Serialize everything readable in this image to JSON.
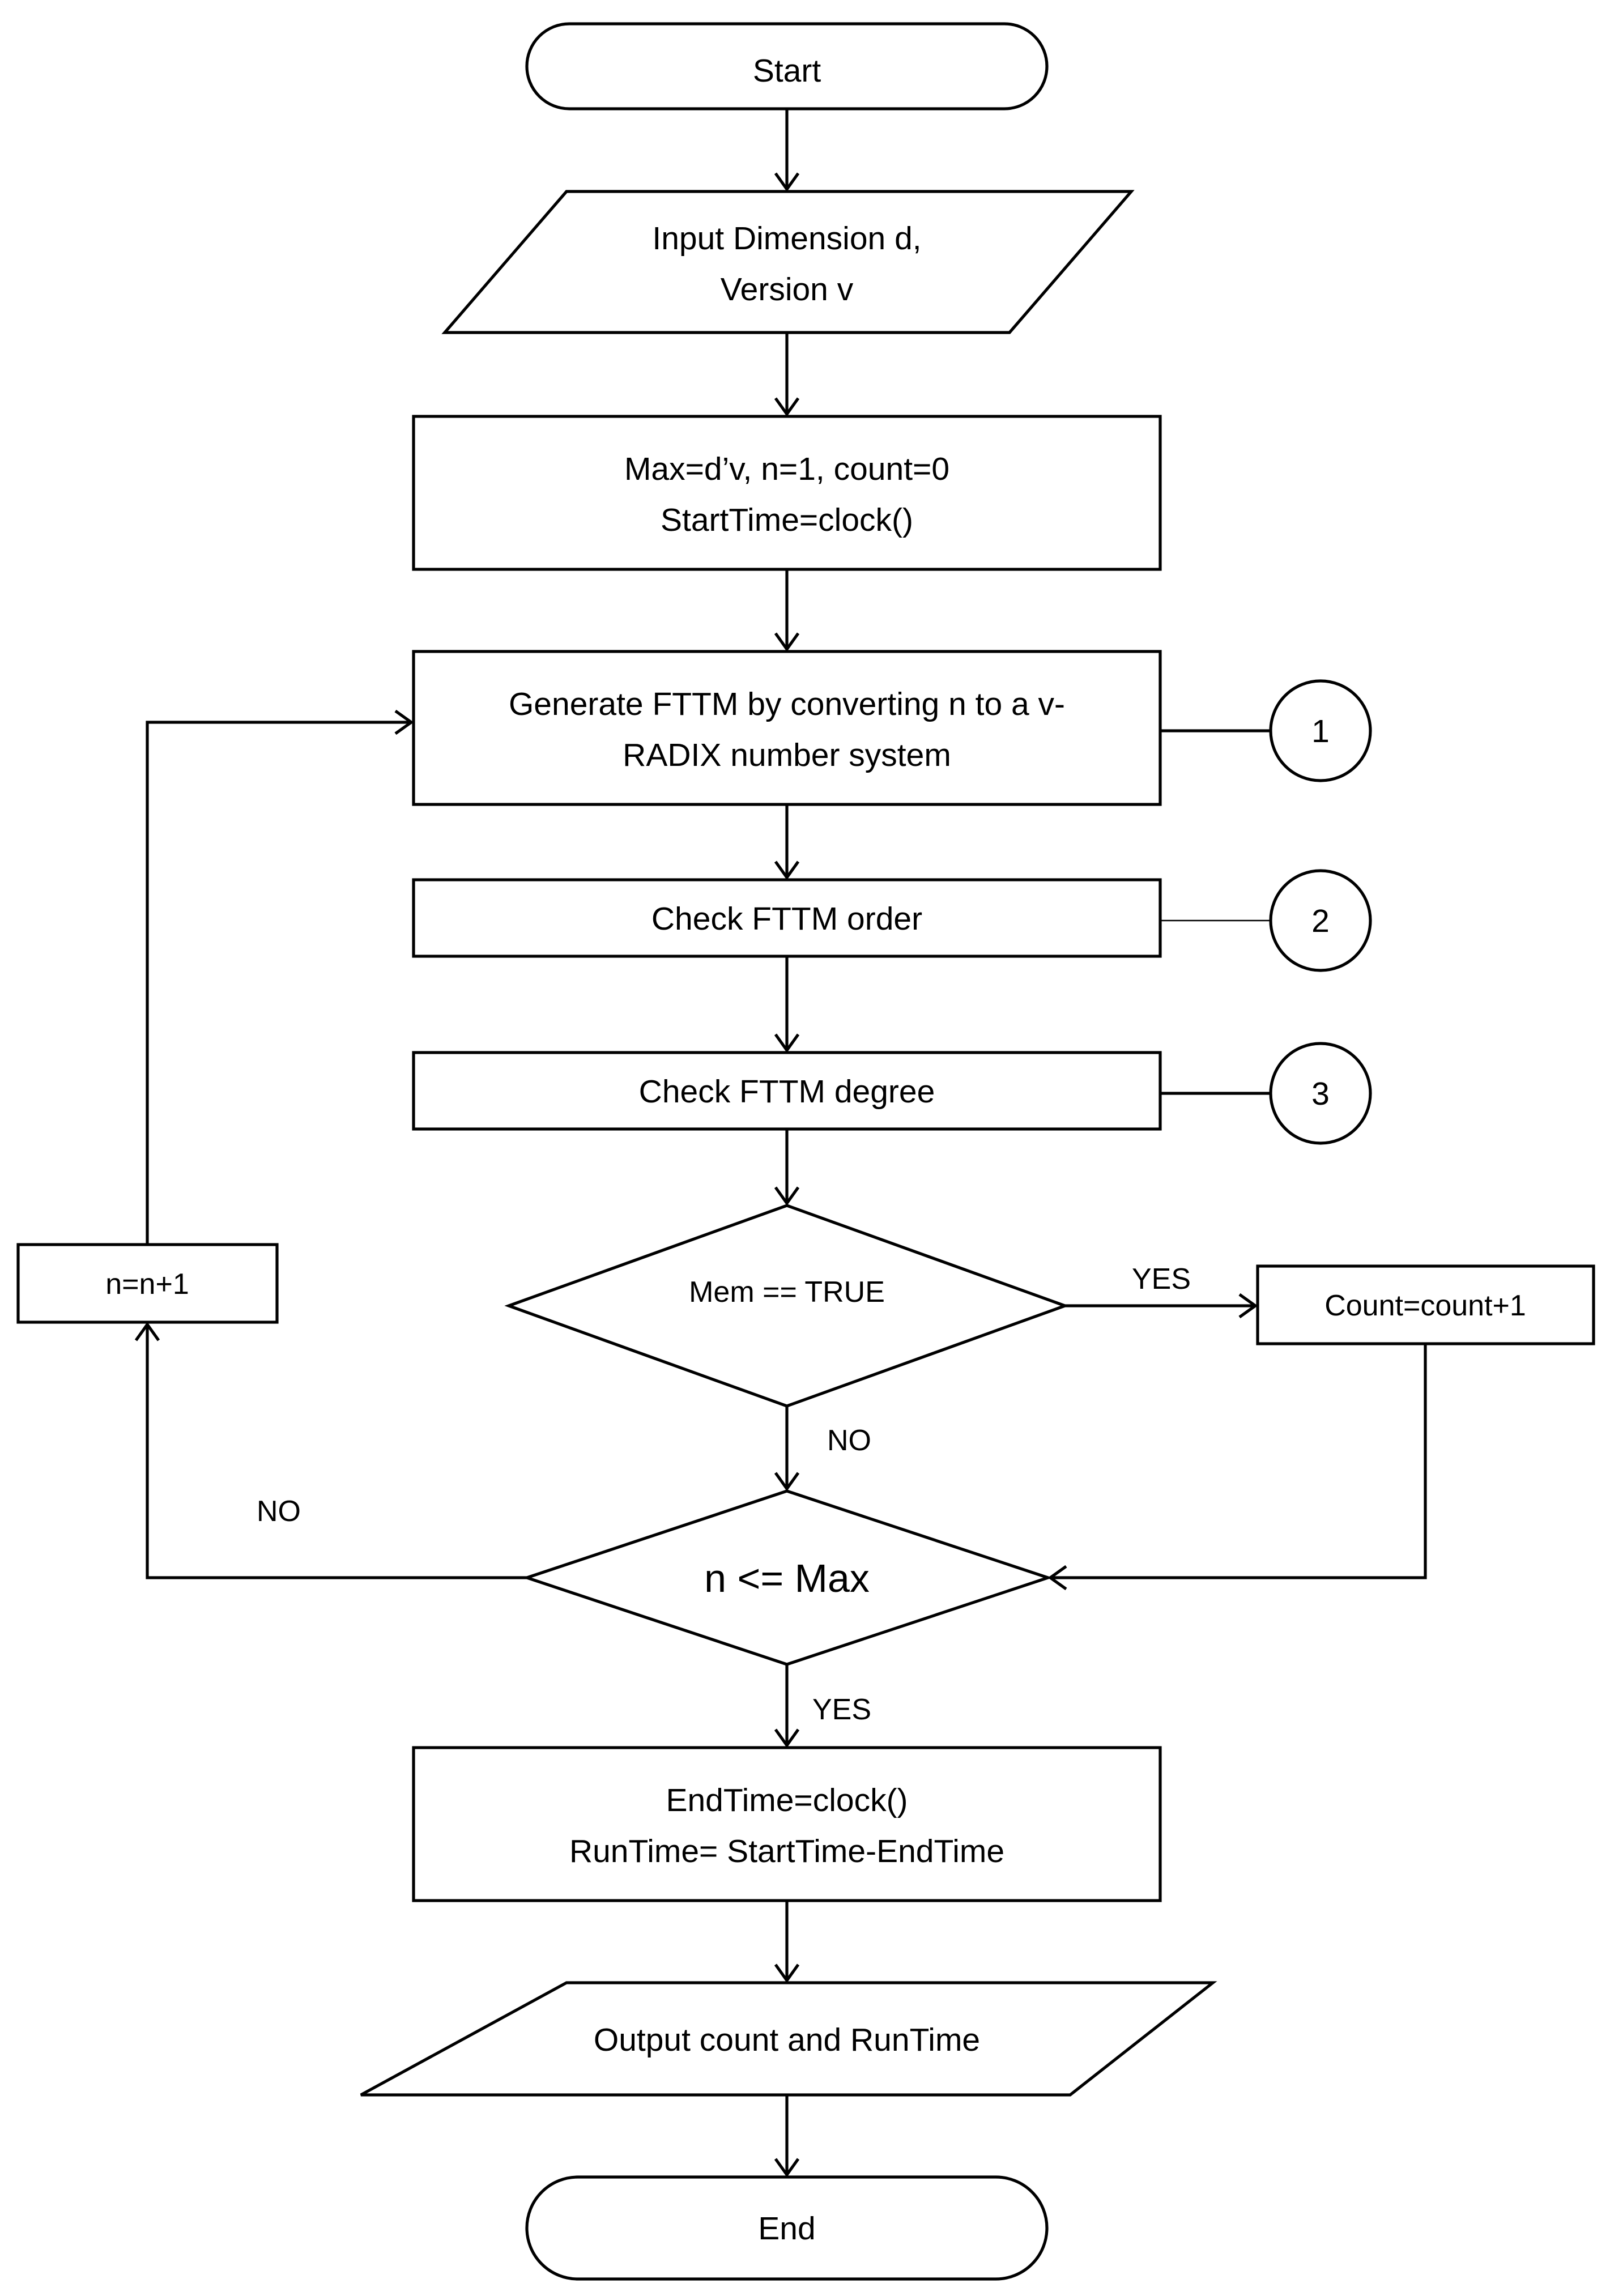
{
  "nodes": {
    "start": {
      "label": "Start"
    },
    "input": {
      "line1": "Input Dimension d,",
      "line2": "Version v"
    },
    "init": {
      "line1": "Max=d’v, n=1, count=0",
      "line2": "StartTime=clock()"
    },
    "generate": {
      "line1": "Generate FTTM by converting n to a v-",
      "line2": "RADIX number system"
    },
    "check_order": {
      "label": "Check FTTM order"
    },
    "check_degree": {
      "label": "Check FTTM degree"
    },
    "mem_decision": {
      "label": "Mem == TRUE"
    },
    "count_increment": {
      "label": "Count=count+1"
    },
    "n_decision": {
      "label": "n <= Max"
    },
    "n_increment": {
      "label": "n=n+1"
    },
    "end_time": {
      "line1": "EndTime=clock()",
      "line2": "RunTime= StartTime-EndTime"
    },
    "output": {
      "label": "Output count and RunTime"
    },
    "end": {
      "label": "End"
    }
  },
  "connectors": {
    "c1": "1",
    "c2": "2",
    "c3": "3"
  },
  "edge_labels": {
    "mem_yes": "YES",
    "mem_no": "NO",
    "n_no": "NO",
    "n_yes": "YES"
  }
}
